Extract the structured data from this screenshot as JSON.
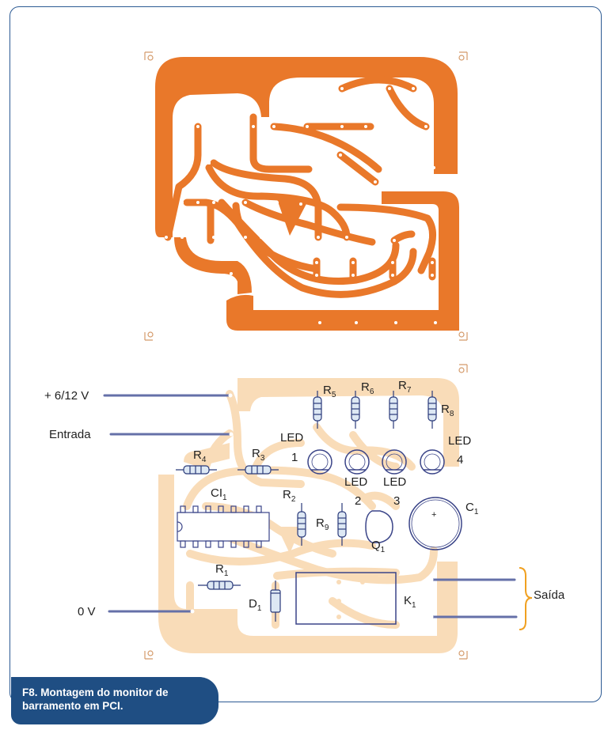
{
  "figure": {
    "caption_line1": "F8. Montagem do monitor  de",
    "caption_line2": "barramento em PCI."
  },
  "colors": {
    "copper": "#e9782a",
    "copper_light": "#f9dcb8",
    "wire": "#6570a8",
    "frame": "#2c5a93",
    "caption_bg": "#1f4e83",
    "bracket": "#f0a020"
  },
  "labels": {
    "supply": "+ 6/12 V",
    "input": "Entrada",
    "ground": "0 V",
    "output": "Saída",
    "r1": "R",
    "r1_sub": "1",
    "r2": "R",
    "r2_sub": "2",
    "r3": "R",
    "r3_sub": "3",
    "r4": "R",
    "r4_sub": "4",
    "r5": "R",
    "r5_sub": "5",
    "r6": "R",
    "r6_sub": "6",
    "r7": "R",
    "r7_sub": "7",
    "r8": "R",
    "r8_sub": "8",
    "r9": "R",
    "r9_sub": "9",
    "ci1": "CI",
    "ci1_sub": "1",
    "c1": "C",
    "c1_sub": "1",
    "c1_polarity": "+",
    "q1": "Q",
    "q1_sub": "1",
    "d1": "D",
    "d1_sub": "1",
    "k1": "K",
    "k1_sub": "1",
    "led": "LED",
    "led1_num": "1",
    "led2_num": "2",
    "led3_num": "3",
    "led4_num": "4"
  }
}
